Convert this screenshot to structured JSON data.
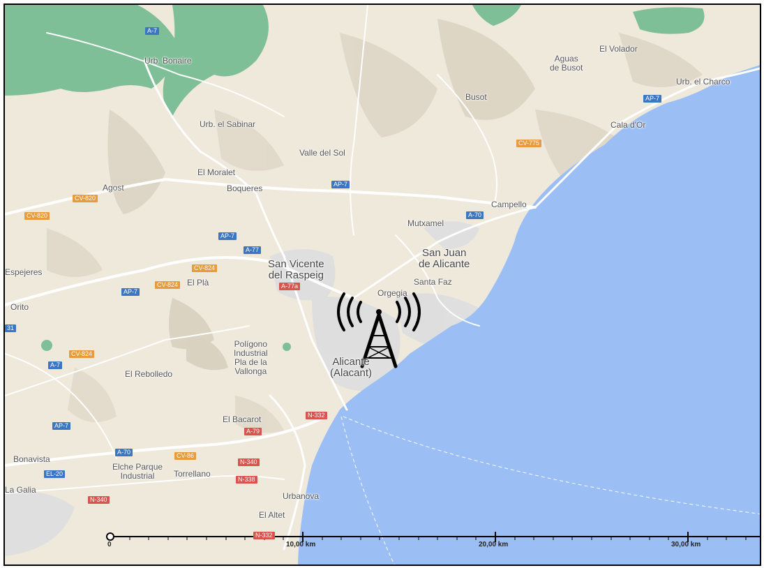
{
  "colors": {
    "land": "#efe9dc",
    "sea": "#9bbff5",
    "forest": "#7fbf97",
    "road": "#ffffff",
    "shield_blue": "#3b76c4",
    "shield_orange": "#e79b3c",
    "shield_red": "#d9534f",
    "frame": "#000000"
  },
  "places": {
    "urb_bonaire": "Urb. Bonaire",
    "urb_el_sabinar": "Urb. el Sabinar",
    "valle_del_sol": "Valle del Sol",
    "el_moralet": "El Moralet",
    "boqueres": "Boqueres",
    "agost": "Agost",
    "aguas_de_busot": "Aguas\nde Busot",
    "el_volador": "El Volador",
    "busot": "Busot",
    "urb_el_charco": "Urb. el Charco",
    "cala_d_or": "Cala d'Or",
    "campello": "Campello",
    "mutxamel": "Mutxamel",
    "san_juan": "San Juan\nde Alicante",
    "santa_faz": "Santa Faz",
    "san_vicente": "San Vicente\ndel Raspeig",
    "orgegia": "Orgegia",
    "espejeres": "Espejeres",
    "el_pla": "El Plà",
    "orito": "Orito",
    "alicante": "Alicante\n(Alacant)",
    "poligono": "Polígono\nIndustrial\nPla de la\nVallonga",
    "el_rebolledo": "El Rebolledo",
    "el_bacarot": "El Bacarot",
    "bonavista": "Bonavista",
    "elche_parque": "Elche Parque\nIndustrial",
    "torrellano": "Torrellano",
    "la_galia": "La Galia",
    "urbanova": "Urbanova",
    "el_altet": "El Altet"
  },
  "shields": {
    "a7_top": "A-7",
    "ap7_ne": "AP-7",
    "cv775": "CV-775",
    "ap7_mid": "AP-7",
    "a70_camp": "A-70",
    "cv820_a": "CV-820",
    "cv820_b": "CV-820",
    "ap7_w": "AP-7",
    "a77": "A-77",
    "cv824_a": "CV-824",
    "cv824_b": "CV-824",
    "ap7_sw": "AP-7",
    "a77a": "A-77a",
    "n31": "31",
    "cv824_c": "CV-824",
    "a7_w": "A-7",
    "n332_a": "N-332",
    "a79": "A-79",
    "ap7_s": "AP-7",
    "a70_s": "A-70",
    "cv86": "CV-86",
    "n340_a": "N-340",
    "el20": "EL-20",
    "n338": "N-338",
    "n340_b": "N-340",
    "n332_b": "N-332"
  },
  "scale": {
    "zero": "0",
    "ten": "10,00 km",
    "twenty": "20,00 km",
    "thirty": "30,00 km"
  },
  "icon": "radio-tower-icon"
}
